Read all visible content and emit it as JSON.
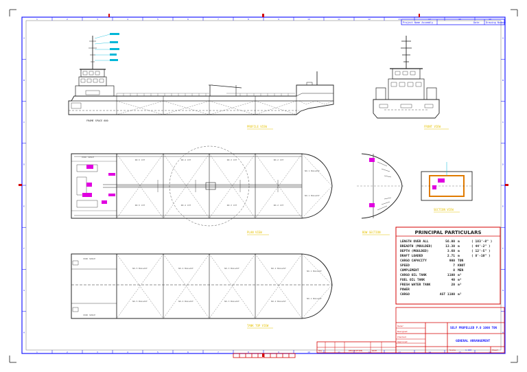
{
  "title_strip": {
    "project_label": "Project Name Assembly",
    "date_label": "Date",
    "drawing_label": "Drawing Number"
  },
  "views": {
    "profile_caption": "PROFILE VIEW",
    "front_caption": "FRONT VIEW",
    "plan_caption": "PLAN VIEW",
    "bow_caption": "BOW SECTION",
    "section_caption": "SECTION VIEW",
    "tank_caption": "TANK TOP VIEW",
    "frame_label": "FRAME SPACE 600"
  },
  "tanks": {
    "cargo": [
      "NO.5 COT",
      "NO.4 COT",
      "NO.3 COT",
      "NO.2 COT",
      "NO.1 COT"
    ],
    "ballast": [
      "NO.5 BALLAST",
      "NO.4 BALLAST",
      "NO.3 BALLAST",
      "NO.2 BALLAST",
      "NO.1 BALLAST"
    ],
    "void": "VOID SPACE"
  },
  "principal_particulars": {
    "heading": "PRINCIPAL PARTICULARS",
    "rows": [
      {
        "label": "LENGTH OVER ALL",
        "value": "56.00",
        "unit": "m",
        "imperial": "( 183'-8\" )"
      },
      {
        "label": "BREADTH (MOULDED)",
        "value": "13.30",
        "unit": "m",
        "imperial": "( 44'-2\" )"
      },
      {
        "label": "DEPTH (MOULDED)",
        "value": "3.60",
        "unit": "m",
        "imperial": "( 12'-5\" )"
      },
      {
        "label": "DRAFT LOADED",
        "value": "2.71",
        "unit": "m",
        "imperial": "( 8'-10\" )"
      },
      {
        "label": "CARGO CAPACITY",
        "value": "900",
        "unit": "TON",
        "imperial": ""
      },
      {
        "label": "SPEED",
        "value": "7",
        "unit": "KNOT",
        "imperial": ""
      },
      {
        "label": "COMPLEMENT",
        "value": "8",
        "unit": "MEN",
        "imperial": ""
      },
      {
        "label": "CARGO OIL TANK",
        "value": "1100",
        "unit": "m³",
        "imperial": ""
      },
      {
        "label": "FUEL OIL TANK",
        "value": "40",
        "unit": "m³",
        "imperial": ""
      },
      {
        "label": "FRESH WATER TANK",
        "value": "20",
        "unit": "m³",
        "imperial": ""
      },
      {
        "label": "POWER",
        "value": "",
        "unit": "",
        "imperial": ""
      },
      {
        "label": "CARGO",
        "value": "AST 1100",
        "unit": "m³",
        "imperial": ""
      }
    ]
  },
  "title_block": {
    "project_title": "SELF PROPELLED P.O 1000 TON",
    "drawing_title": "GENERAL ARRANGEMENT",
    "owner_label": "Owner",
    "designed_label": "Designed",
    "checked_label": "Checked",
    "approved_label": "Approved",
    "scale_label": "Scale",
    "sheet_label": "Sheet",
    "scale_value": "1:100",
    "revision_label": "Rev",
    "description_label": "DESCRIPTION",
    "date_label": "DATE"
  },
  "colors": {
    "frame": "#1a1aff",
    "drawing": "#222222",
    "magenta": "#e000e0",
    "caption": "#e6c200",
    "red": "#d40000",
    "cyan": "#00b7d8",
    "orange": "#e07a00"
  },
  "border_numbers": [
    "1",
    "2",
    "3",
    "4",
    "5",
    "6",
    "7",
    "8",
    "9",
    "10",
    "11",
    "12",
    "13",
    "14",
    "15",
    "16"
  ],
  "border_letters": [
    "A",
    "B",
    "C",
    "D",
    "E",
    "F",
    "G",
    "H"
  ]
}
